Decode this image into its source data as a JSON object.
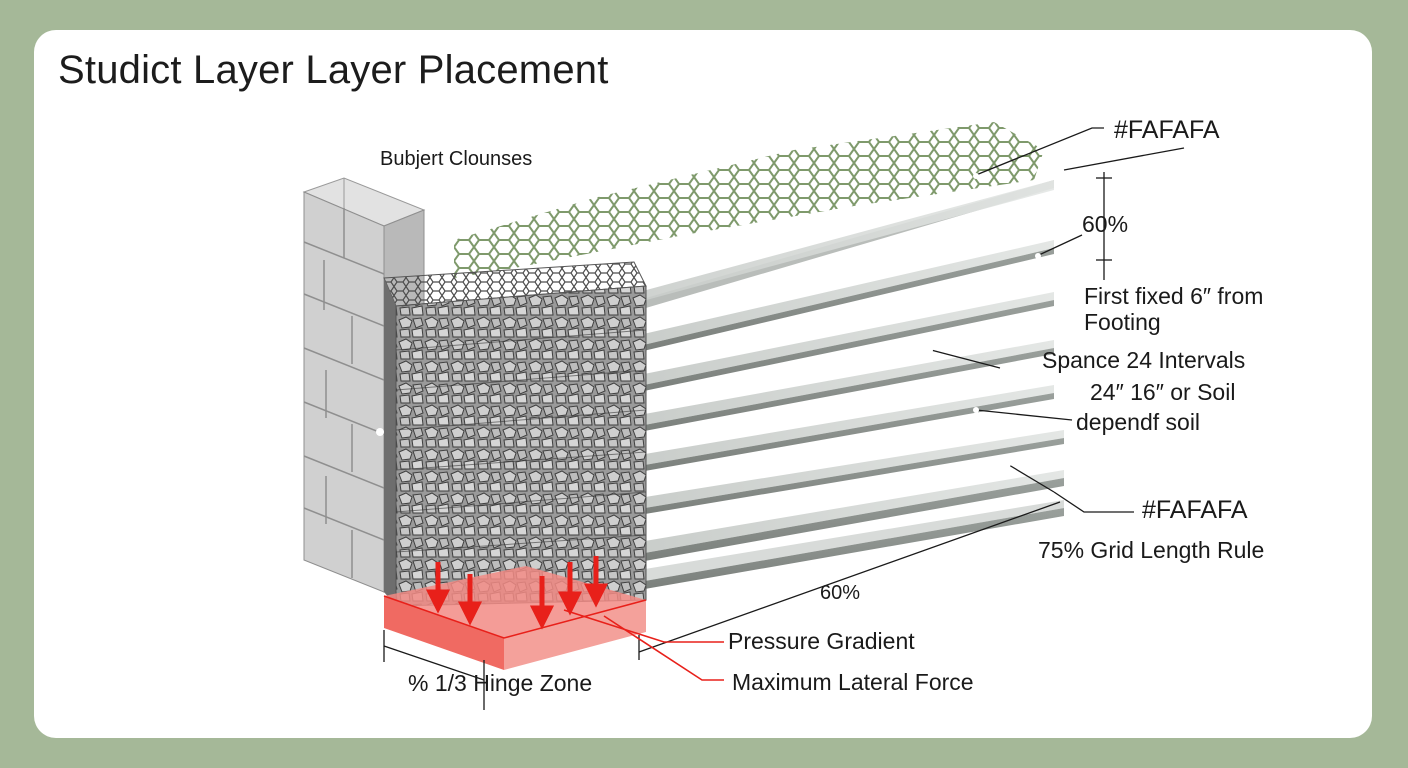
{
  "title": "Studict Layer Layer Placement",
  "labels": {
    "top_left": "Bubjert Clounses",
    "top_right_code": "#FAFAFA",
    "upper_pct": "60%",
    "first_fixed_line1": "First fixed 6″ from",
    "first_fixed_line2": "Footing",
    "spance": "Spance 24 Intervals",
    "intervals": "24″ 16″ or Soil",
    "depend": "dependf soil",
    "lower_right_code": "#FAFAFA",
    "grid_rule": "75% Grid Length Rule",
    "bottom_pct": "60%",
    "pressure": "Pressure Gradient",
    "lateral": "Maximum Lateral Force",
    "hinge": "% 1/3 Hinge Zone"
  },
  "colors": {
    "background": "#a5b898",
    "card": "#ffffff",
    "geogrid": "#7f9a6c",
    "pressure": "#e8201a",
    "stone": "#8a8a8a",
    "block": "#c9c9c9"
  },
  "icons": [
    "block-wall",
    "gravel-fill",
    "geogrid-mesh",
    "pressure-arrows"
  ]
}
